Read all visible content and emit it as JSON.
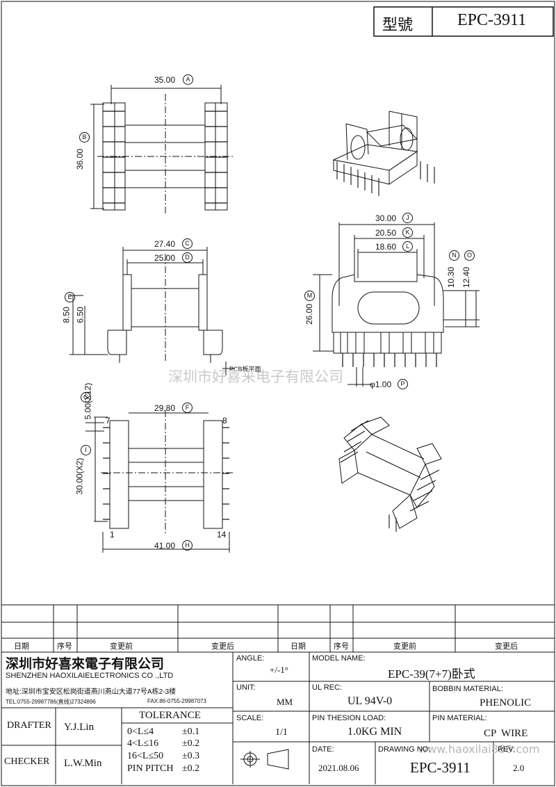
{
  "header": {
    "model_label": "型號",
    "model_value": "EPC-3911"
  },
  "dimensions": {
    "A": {
      "text": "35.00",
      "tag": "A"
    },
    "B": {
      "text": "36.00",
      "tag": "B"
    },
    "C": {
      "text": "27.40",
      "tag": "C"
    },
    "D": {
      "text": "25.00",
      "tag": "D"
    },
    "E": {
      "text": "8.50",
      "tag": "E"
    },
    "E2": {
      "text": "6.50"
    },
    "F": {
      "text": "29.80",
      "tag": "F"
    },
    "G": {
      "text": "5.00(X12)",
      "tag": "G"
    },
    "H": {
      "text": "41.00",
      "tag": "H"
    },
    "I": {
      "text": "30.00(X2)",
      "tag": "I"
    },
    "J": {
      "text": "30.00",
      "tag": "J"
    },
    "K": {
      "text": "20.50",
      "tag": "K"
    },
    "L": {
      "text": "18.60",
      "tag": "L"
    },
    "M": {
      "text": "26.00",
      "tag": "M"
    },
    "N": {
      "text": "10.30",
      "tag": "N"
    },
    "O": {
      "text": "12.40",
      "tag": "O"
    },
    "P": {
      "text": "φ1.00",
      "tag": "P"
    }
  },
  "pins": {
    "p7": "7",
    "p8": "8",
    "p1": "1",
    "p14": "14"
  },
  "pcb_note": "PCB板平面",
  "watermark": {
    "company": "深圳市好喜来电子有限公司",
    "url": "www.haoxilai888.com"
  },
  "revision_table": {
    "date": "日期",
    "seq": "序号",
    "before": "变更前",
    "after": "变更后"
  },
  "company": {
    "name_cn": "深圳市好喜來電子有限公司",
    "name_en": "SHENZHEN HAOXILAIELECTRONICS CO .,LTD",
    "address": "地址:深圳市宝安区松岗街道燕川燕山大道77号A栋2-3楼",
    "tel": "TEL:0755-29987786(直线)27324896",
    "fax": "FAX:86-0755-29987073"
  },
  "info": {
    "angle_label": "ANGLE:",
    "angle_value": "+/-1°",
    "model_name_label": "MODEL NAME:",
    "model_name_value": "EPC-39(7+7)卧式",
    "unit_label": "UNIT:",
    "unit_value": "MM",
    "ul_label": "UL REC:",
    "ul_value": "UL 94V-0",
    "bobbin_label": "BOBBIN MATERIAL:",
    "bobbin_value": "PHENOLIC",
    "scale_label": "SCALE:",
    "scale_value": "1/1",
    "pin_load_label": "PIN THESION LOAD:",
    "pin_load_value": "1.0KG MIN",
    "pin_mat_label": "PIN MATERIAL:",
    "pin_mat_value": "CP  WIRE",
    "date_label": "DATE:",
    "date_value": "2021.08.06",
    "drawing_label": "DRAWING NO:",
    "drawing_value": "EPC-3911",
    "rev_label": "REV:",
    "rev_value": "2.0"
  },
  "people": {
    "drafter_label": "DRAFTER",
    "drafter_value": "Y.J.Lin",
    "checker_label": "CHECKER",
    "checker_value": "L.W.Min"
  },
  "tolerance": {
    "title": "TOLERANCE",
    "rows": [
      {
        "range": "0<L≤4",
        "value": "±0.1"
      },
      {
        "range": "4<L≤16",
        "value": "±0.2"
      },
      {
        "range": "16<L≤50",
        "value": "±0.3"
      },
      {
        "range": "PIN PITCH",
        "value": "±0.2"
      }
    ]
  }
}
